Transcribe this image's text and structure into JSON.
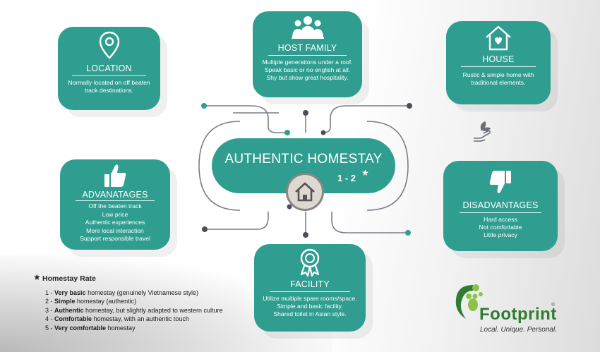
{
  "center": {
    "title": "AUTHENTIC HOMESTAY",
    "rating": "1 - 2",
    "star": "★"
  },
  "location": {
    "title": "LOCATION",
    "body": [
      "Normally located on off beaten",
      "track destinations."
    ]
  },
  "host_family": {
    "title": "HOST FAMILY",
    "body": [
      "Multiple generations under a roof.",
      "Speak basic or no english at all.",
      "Shy but show great hospitality."
    ]
  },
  "house": {
    "title": "HOUSE",
    "body": [
      "Rustic & simple home with",
      "traditional elements."
    ]
  },
  "advantages": {
    "title": "ADVANATAGES",
    "body": [
      "Off the beaten track",
      "Low price",
      "Authentic experiences",
      "More local interaction",
      "Support responsible travel"
    ]
  },
  "disadvantages": {
    "title": "DISADVANTAGES",
    "body": [
      "Hard access",
      "Not comfortable",
      "Little privacy"
    ]
  },
  "facility": {
    "title": "FACILITY",
    "body": [
      "Utilize multiple spare rooms/space.",
      "Simple and basic facility.",
      "Shared toilet in  Asian style."
    ]
  },
  "rate": {
    "title": "Homestay Rate",
    "items": [
      {
        "num": "1",
        "bold": "Very basic",
        "rest": " homestay (genuinely Vietnamese style)"
      },
      {
        "num": "2",
        "bold": "Simple",
        "rest": " homestay (authentic)"
      },
      {
        "num": "3",
        "bold": "Authentic",
        "rest": " homestay, but slightly adapted to western culture"
      },
      {
        "num": "4",
        "bold": "Comfortable",
        "rest": " homestay, with an authentic touch"
      },
      {
        "num": "5",
        "bold": "Very comfortable",
        "rest": " homestay"
      }
    ]
  },
  "brand": {
    "name": "Footprint",
    "tagline": "Local. Unique. Personal.",
    "reg": "®"
  },
  "colors": {
    "teal": "#2f9e90",
    "dark_line": "#4a4f5a",
    "logo_green": "#2e7d32"
  }
}
